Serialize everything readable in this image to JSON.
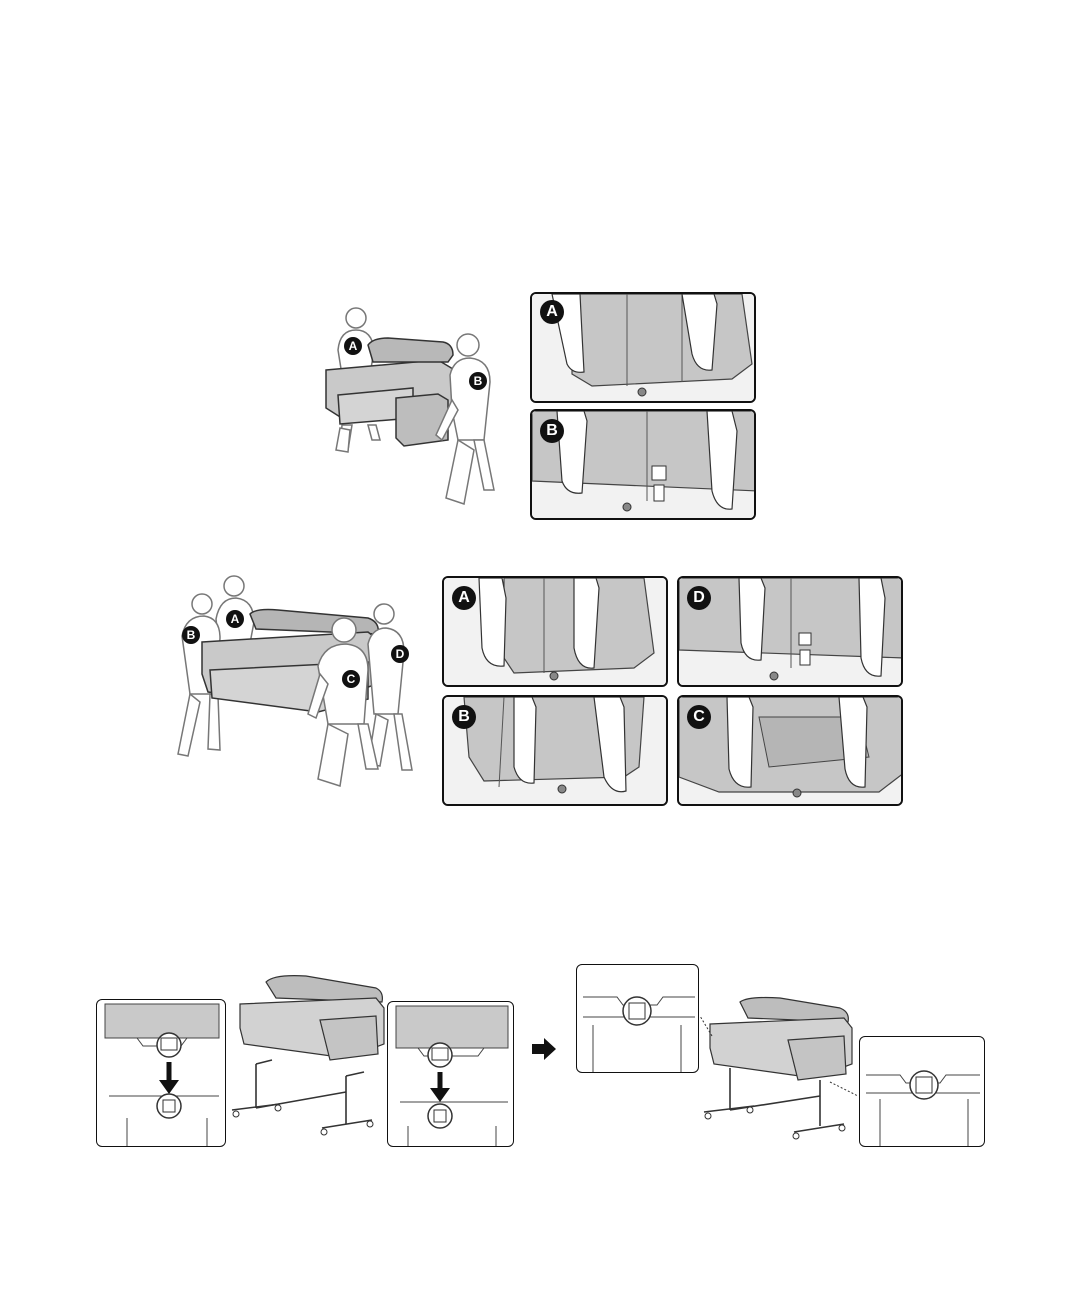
{
  "figures": {
    "two_person_lift": {
      "people_labels": [
        "A",
        "B"
      ],
      "detail_panels": [
        {
          "label": "A"
        },
        {
          "label": "B"
        }
      ]
    },
    "four_person_lift": {
      "people_labels": [
        "A",
        "B",
        "C",
        "D"
      ],
      "detail_panels": [
        {
          "label": "A"
        },
        {
          "label": "D"
        },
        {
          "label": "B"
        },
        {
          "label": "C"
        }
      ]
    },
    "stand_mounting": {
      "arrow": "right-arrow-icon"
    }
  }
}
